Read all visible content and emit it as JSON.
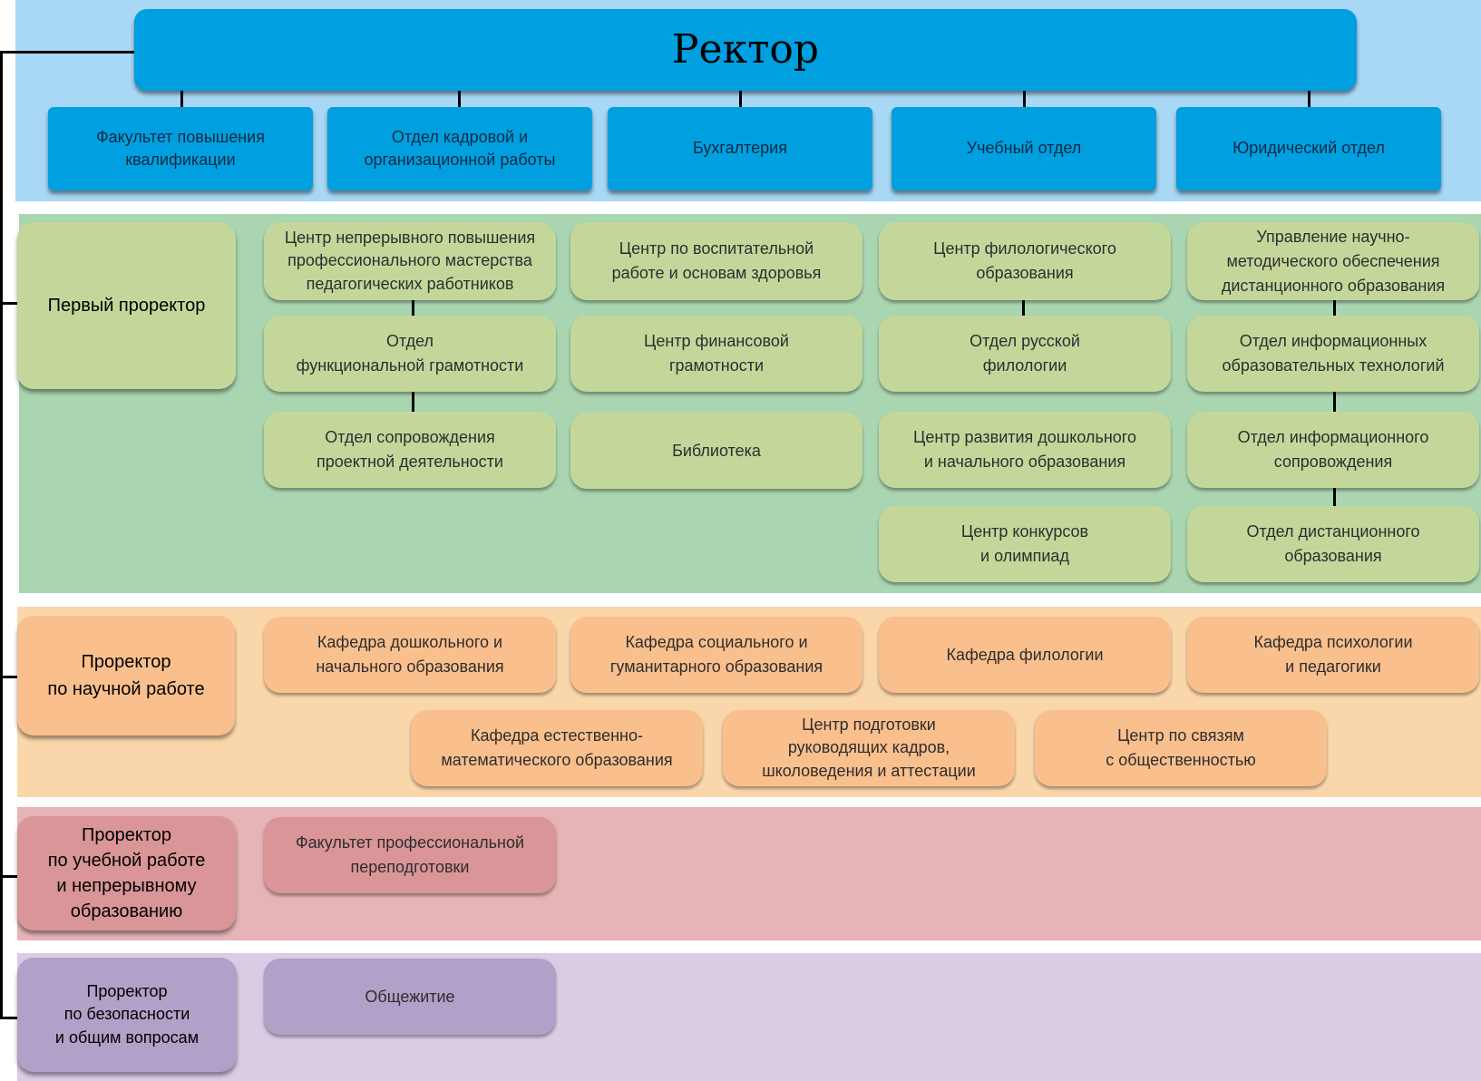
{
  "rector": {
    "title": "Ректор",
    "departments": [
      "Факультет повышения\nквалификации",
      "Отдел кадровой и\nорганизационной работы",
      "Бухгалтерия",
      "Учебный отдел",
      "Юридический отдел"
    ]
  },
  "first_vice_rector": {
    "title": "Первый проректор",
    "col1": [
      "Центр непрерывного повышения\nпрофессионального мастерства\nпедагогических работников",
      "Отдел\nфункциональной грамотности",
      "Отдел сопровождения\nпроектной деятельности"
    ],
    "col2": [
      "Центр по воспитательной\nработе и основам здоровья",
      "Центр финансовой\nграмотности",
      "Библиотека"
    ],
    "col3": [
      "Центр филологического\nобразования",
      "Отдел русской\nфилологии",
      "Центр развития дошкольного\nи начального образования",
      "Центр конкурсов\nи олимпиад"
    ],
    "col4": [
      "Управление научно-\nметодического обеспечения\nдистанционного образования",
      "Отдел информационных\nобразовательных технологий",
      "Отдел информационного\nсопровождения",
      "Отдел дистанционного\nобразования"
    ]
  },
  "research_vice_rector": {
    "title": "Проректор\nпо научной работе",
    "row1": [
      "Кафедра дошкольного и\nначального образования",
      "Кафедра социального и\nгуманитарного образования",
      "Кафедра филологии",
      "Кафедра психологии\nи педагогики"
    ],
    "row2": [
      "Кафедра естественно-\nматематического образования",
      "Центр подготовки\nруководящих кадров,\nшколоведения и аттестации",
      "Центр по связям\nс общественностью"
    ]
  },
  "education_vice_rector": {
    "title": "Проректор\nпо учебной работе\nи непрерывному\nобразованию",
    "units": [
      "Факультет профессиональной\nпереподготовки"
    ]
  },
  "security_vice_rector": {
    "title": "Проректор\nпо безопасности\nи общим вопросам",
    "units": [
      "Общежитие"
    ]
  },
  "colors": {
    "rector_band": "#a8d8f6",
    "rector_box": "#00a0e0",
    "first_band": "#a9d5b0",
    "first_box": "#c4d79b",
    "research_band": "#fad7ab",
    "research_box": "#f9bf8d",
    "education_band": "#e6b3b6",
    "education_box": "#d99597",
    "security_band": "#d9cce5",
    "security_box": "#b1a0c7"
  }
}
